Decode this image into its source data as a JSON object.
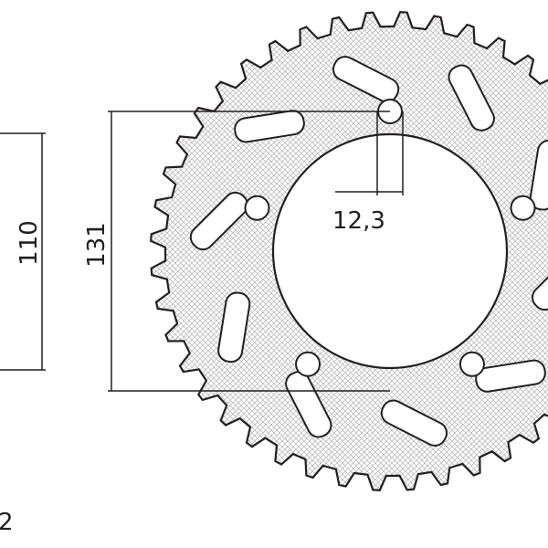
{
  "drawing": {
    "dimensions": {
      "outer_left": "110",
      "bolt_span": "131",
      "hole_diameter": "12,3"
    },
    "corner_label": "2",
    "colors": {
      "line": "#231f20",
      "hatch": "#b8b8b8",
      "background": "#ffffff"
    }
  }
}
